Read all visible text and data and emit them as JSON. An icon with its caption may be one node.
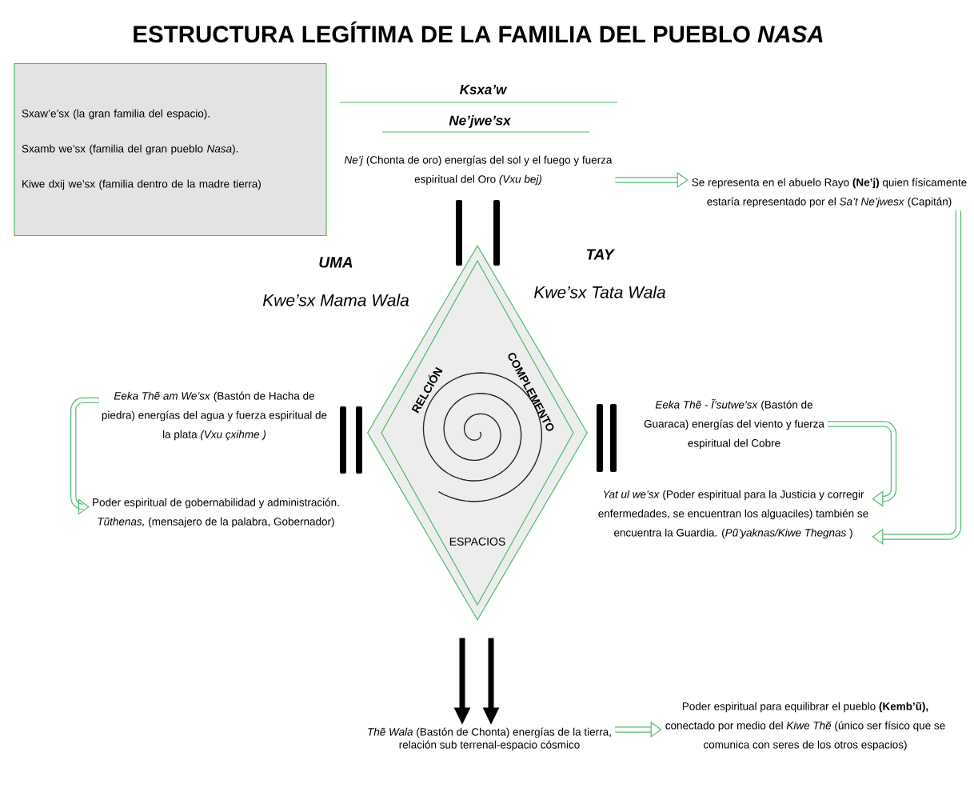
{
  "diagram": {
    "title": "ESTRUCTURA LEGÍTIMA DE LA FAMILIA DEL PUEBLO *NASA*",
    "nodes": [
      {
        "text": [
          "Sxaw’e’sx  (la gran familia del espacio).",
          "Sxamb we’sx (familia del gran pueblo *Nasa*).",
          "Kiwe dxij we’sx (familia dentro de la madre tierra)"
        ]
      },
      {
        "text": [
          "*Ne’j* (Chonta de oro) energías del sol y el fuego y fuerza espiritual del Oro *(Vxu bej)*"
        ]
      },
      {
        "text": [
          "Se representa en el abuelo Rayo **(Ne’j)** quien físicamente estaría representado por el *Sa’t Ne’jwesx* (Capitán)"
        ]
      },
      {
        "text": [
          "RELCIÓN",
          "COMPLEMENTO",
          "ESPACIOS"
        ]
      },
      {
        "text": [
          "*Eeka Thẽ am We’sx* (Bastón de Hacha de piedra) energías del agua y fuerza espiritual de la plata *(Vxu çxihme )*"
        ]
      },
      {
        "text": [
          "Poder espiritual de gobernabilidad y administración. *Tũthenas,* (mensajero de la palabra, Gobernador)"
        ]
      },
      {
        "text": [
          "*Eeka Thẽ - Ĩ’sutwe’sx* (Bastón de Guaraca) energías del viento y fuerza espiritual del Cobre"
        ]
      },
      {
        "text": [
          "*Yat ul we’sx* (Poder espiritual para la Justicia y corregir enfermedades, se encuentran los alguaciles) también se encuentra la Guardia. (*Pũ’yaknas/Kiwe Thegnas* )"
        ]
      },
      {
        "text": [
          "*Thẽ Wala* (Bastón de Chonta) energías de la tierra, relación sub terrenal-espacio cósmico"
        ]
      },
      {
        "text": [
          "Poder espiritual para equilibrar el pueblo **(Kemb’ũ),** conectado  por medio del *Kiwe Thẽ* (único ser físico que se comunica con seres de los otros espacios)"
        ]
      }
    ],
    "edges": [
      {
        "from": 1,
        "to": 2,
        "arrow": "to"
      },
      {
        "from": 2,
        "to": 7,
        "arrow": "to"
      },
      {
        "from": 4,
        "to": 5,
        "arrow": "to"
      },
      {
        "from": 6,
        "to": 7,
        "arrow": "to"
      },
      {
        "from": 3,
        "to": 8,
        "arrow": "to",
        "color": "#000000"
      },
      {
        "from": 3,
        "to": 8,
        "arrow": "to",
        "color": "#000000"
      },
      {
        "from": 8,
        "to": 9,
        "arrow": "to"
      }
    ],
    "labels": [
      "Ksxa’w",
      "Ne’jwe’sx",
      "UMA",
      "Kwe’sx Mama Wala",
      "TAY",
      "Kwe’sx Tata Wala"
    ]
  }
}
